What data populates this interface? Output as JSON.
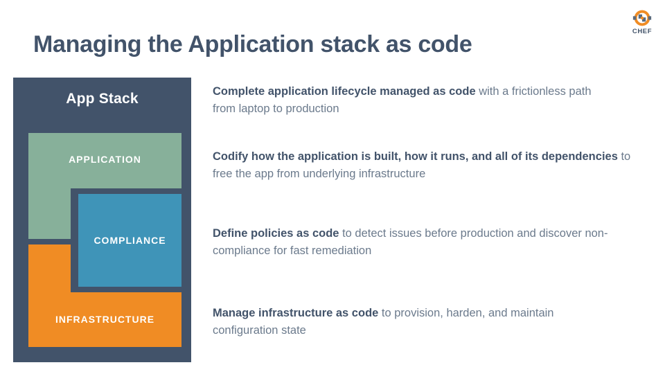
{
  "slide": {
    "title": "Managing the Application stack as code",
    "background": "#ffffff"
  },
  "brand": {
    "name": "CHEF",
    "logo_icon": "chef-logo-icon",
    "mark_orange": "#F08C24",
    "mark_gray": "#5A6A7D"
  },
  "diagram": {
    "heading": "App Stack",
    "panel_color": "#42536A",
    "blocks": [
      {
        "id": "application",
        "label": "APPLICATION",
        "color": "#87B09A"
      },
      {
        "id": "compliance",
        "label": "COMPLIANCE",
        "color": "#3F94B8"
      },
      {
        "id": "infrastructure",
        "label": "INFRASTRUCTURE",
        "color": "#F08C24"
      }
    ]
  },
  "bullets": [
    {
      "lead": "Complete application lifecycle managed as code",
      "rest": " with a frictionless path from laptop to production"
    },
    {
      "lead": "Codify how the application is built, how it runs, and all of its dependencies",
      "rest": " to free the app from underlying infrastructure"
    },
    {
      "lead": "Define policies as code",
      "rest": " to detect issues before production and discover non-compliance for fast remediation"
    },
    {
      "lead": "Manage infrastructure as code",
      "rest": " to provision, harden, and maintain configuration state"
    }
  ],
  "colors": {
    "text_bold": "#42536A",
    "text_body": "#6B7A8C",
    "accent_orange": "#F08C24",
    "accent_blue": "#3F94B8",
    "accent_green": "#87B09A"
  }
}
